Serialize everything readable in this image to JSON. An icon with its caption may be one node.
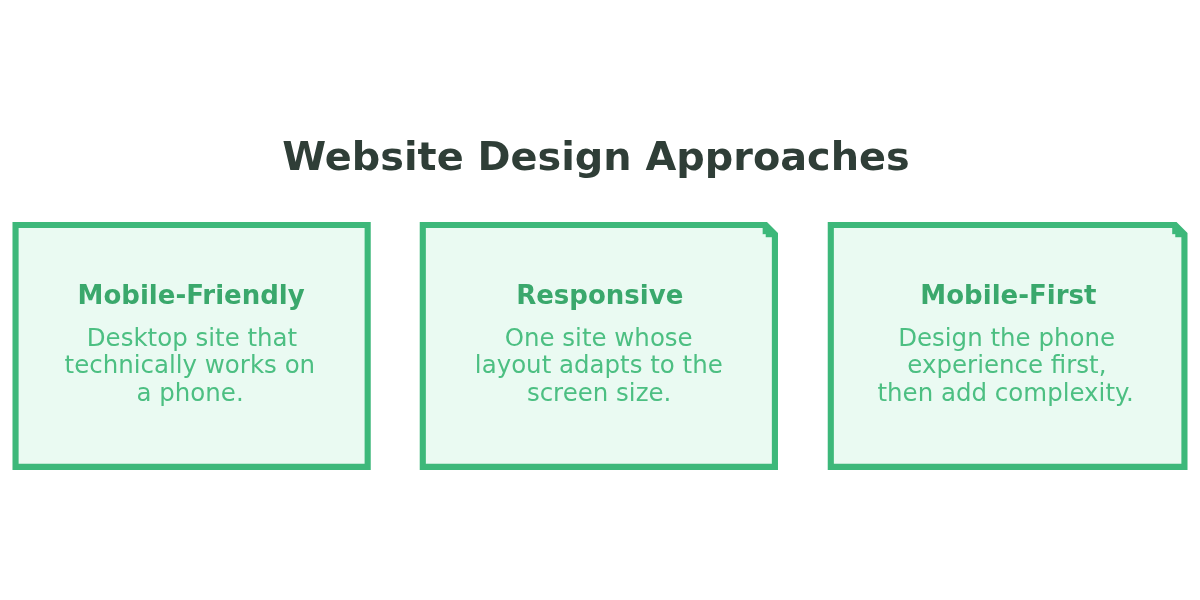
{
  "diagram": {
    "title": "Website Design Approaches",
    "nodes": [
      {
        "text": [
          "Mobile-Friendly",
          "Desktop site that technically works on a phone."
        ]
      },
      {
        "text": [
          "Responsive",
          "One site whose layout adapts to the screen size."
        ]
      },
      {
        "text": [
          "Mobile-First",
          "Design the phone experience first, then add complexity."
        ]
      }
    ],
    "edges": []
  }
}
